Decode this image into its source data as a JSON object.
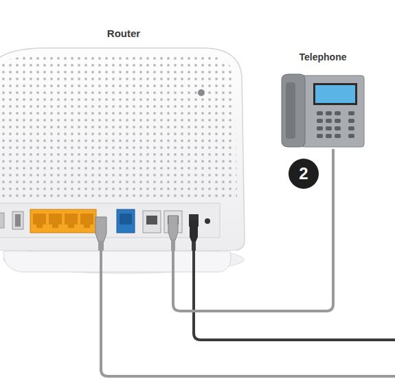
{
  "diagram": {
    "nodes": [
      {
        "text": [
          "Router"
        ]
      },
      {
        "text": [
          "Telephone"
        ]
      }
    ],
    "edges": [
      {
        "from": 1,
        "to": 0,
        "arrow": "none"
      }
    ],
    "labels": [
      "2"
    ]
  }
}
